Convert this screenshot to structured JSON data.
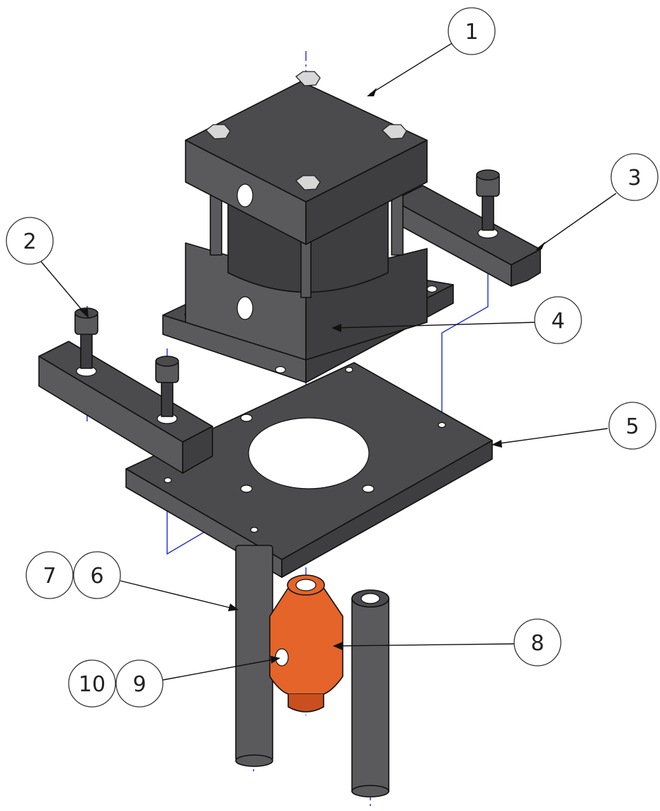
{
  "balloons": [
    {
      "id": "1",
      "label": "1"
    },
    {
      "id": "2",
      "label": "2"
    },
    {
      "id": "3",
      "label": "3"
    },
    {
      "id": "4",
      "label": "4"
    },
    {
      "id": "5",
      "label": "5"
    },
    {
      "id": "6",
      "label": "6"
    },
    {
      "id": "7",
      "label": "7"
    },
    {
      "id": "8",
      "label": "8"
    },
    {
      "id": "9",
      "label": "9"
    },
    {
      "id": "10",
      "label": "10"
    }
  ],
  "colors": {
    "part_dark": "#4b4b4d",
    "part_orange": "#e4642a",
    "centerline": "#1f2bd6",
    "leader": "#111111"
  }
}
